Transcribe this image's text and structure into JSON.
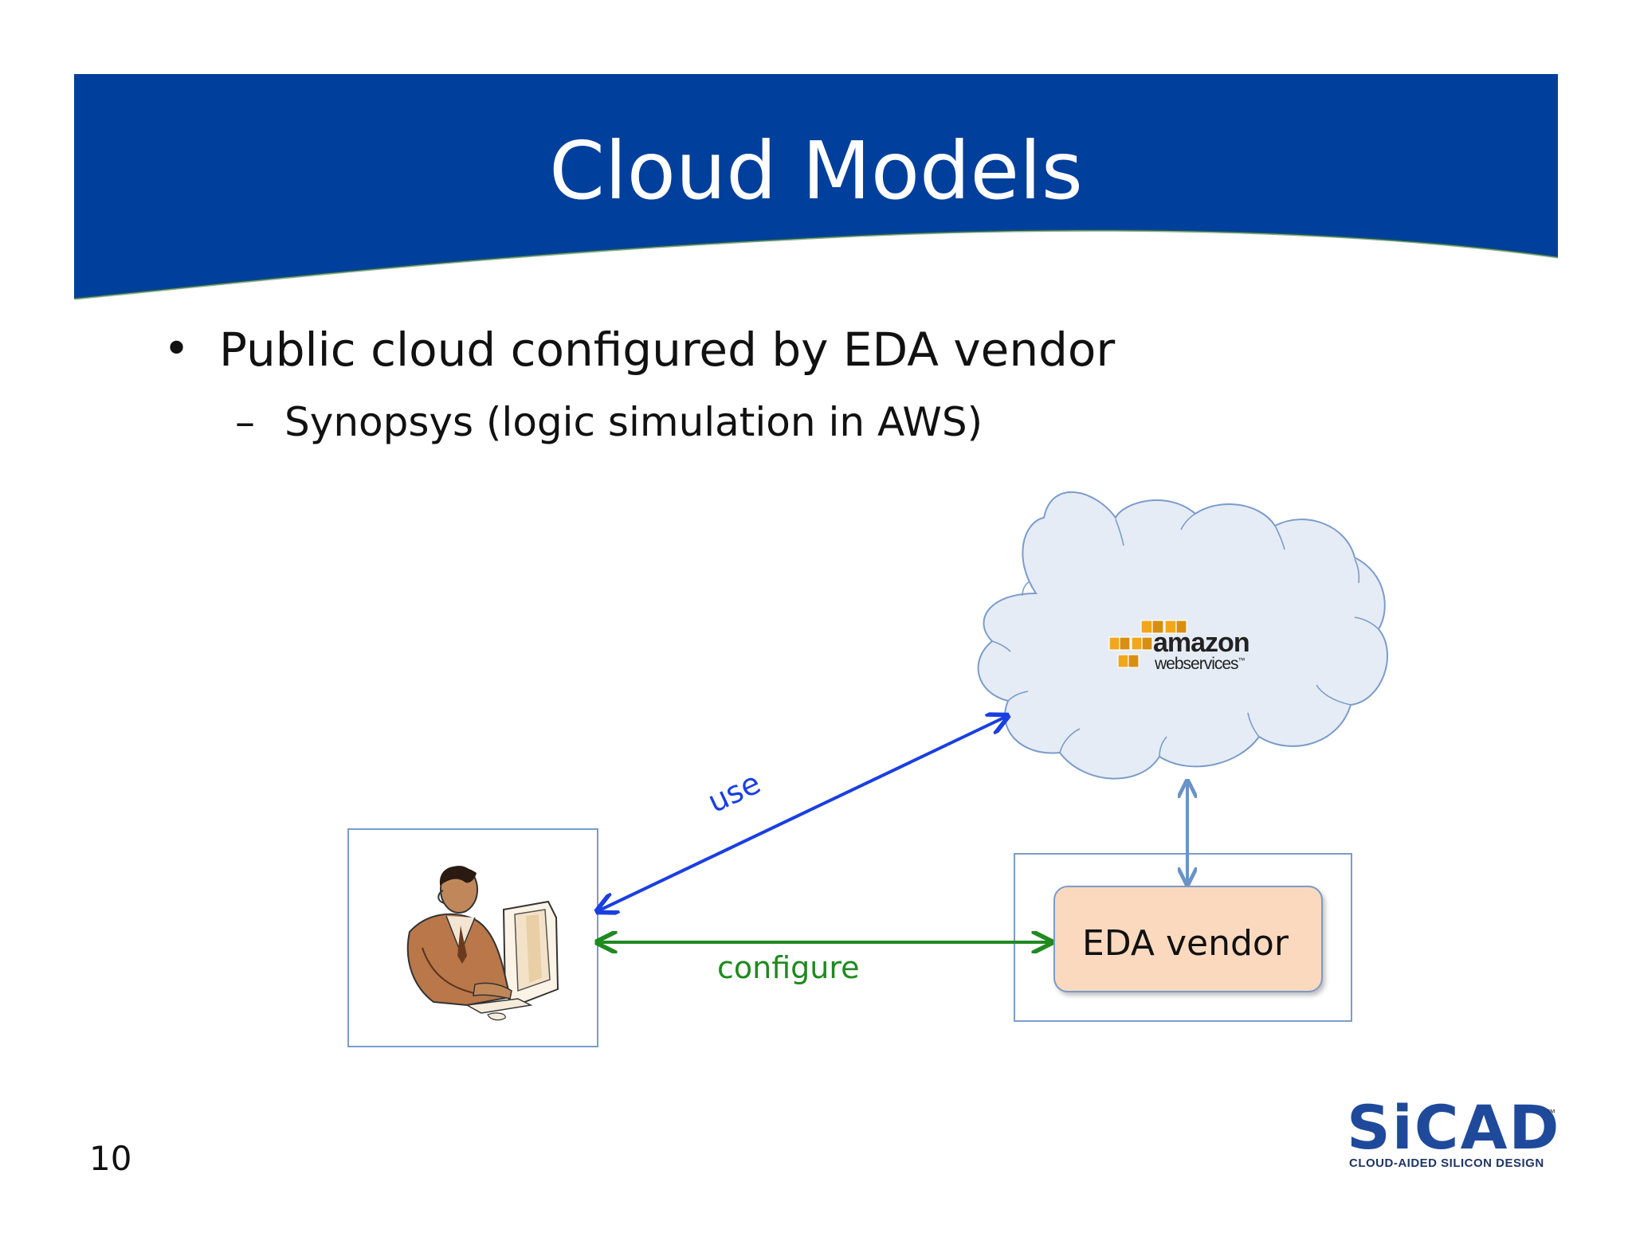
{
  "slide": {
    "title": "Cloud Models",
    "bullet": "Public cloud configured by EDA vendor",
    "sub_bullet": "Synopsys (logic simulation in AWS)",
    "page_number": "10"
  },
  "diagram": {
    "nodes": {
      "user": {
        "icon": "person-at-computer-icon"
      },
      "cloud": {
        "logo": {
          "line1": "amazon",
          "line2": "webservices",
          "tm": "™"
        }
      },
      "vendor": {
        "label": "EDA vendor"
      }
    },
    "edges": {
      "use": {
        "label": "use",
        "color": "#1a3fe0"
      },
      "configure": {
        "label": "configure",
        "color": "#1f8a1f"
      },
      "vendor_cloud": {
        "color": "#6a93c6"
      }
    }
  },
  "brand": {
    "logo_text": "SiCAD",
    "tm": "™",
    "tagline": "CLOUD-AIDED SILICON DESIGN"
  },
  "colors": {
    "banner": "#003f9c",
    "cloud_fill": "#e6ecf5",
    "cloud_stroke": "#7b9ccb",
    "vendor_fill": "#fbd9bf",
    "aws_orange": "#f2a71b",
    "logo_blue": "#1f4a9c"
  }
}
